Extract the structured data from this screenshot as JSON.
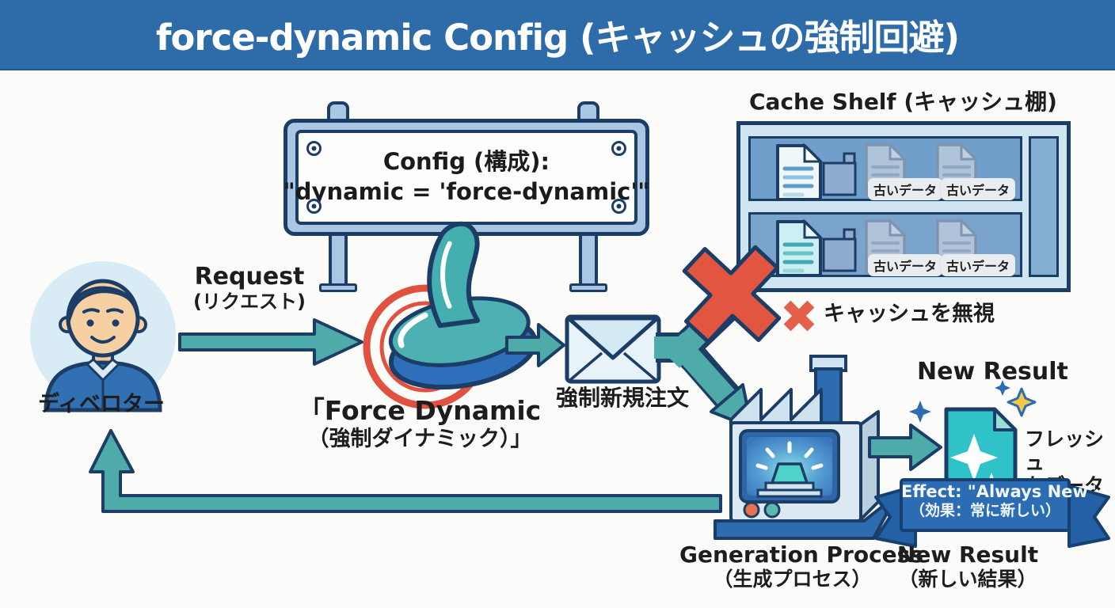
{
  "palette": {
    "header_blue": "#2d6ba9",
    "arrow_teal": "#4fabaa",
    "outline_navy": "#1c3e66",
    "block_red": "#e25540",
    "ribbon_blue": "#2b6cb3",
    "fresh_doc_teal": "#2fc3c9"
  },
  "header": {
    "title": "force-dynamic Config (キャッシュの強制回避)"
  },
  "developer": {
    "label": "ディベロター"
  },
  "request": {
    "label": "Request",
    "sub": "(リクエスト)"
  },
  "config_sign": {
    "line1": "Config (構成):",
    "line2": "\"dynamic = 'force-dynamic'\""
  },
  "stamp": {
    "line1": "「Force Dynamic",
    "line2": "（強制ダイナミック）」"
  },
  "envelope": {
    "label": "強制新規注文"
  },
  "cache_shelf": {
    "title": "Cache Shelf (キャッシュ棚)",
    "item_label": "古いデータ",
    "ignore_label": "キャッシュを無視"
  },
  "generation": {
    "label": "Generation Process",
    "sub": "（生成プロセス）"
  },
  "new_result": {
    "heading": "New Result",
    "label": "New Result",
    "sub": "（新しい結果）",
    "fresh1": "フレッシュ",
    "fresh2": "なデータ"
  },
  "ribbon": {
    "line1": "Effect: \"Always New\"",
    "line2": "（効果：常に新しい）"
  }
}
